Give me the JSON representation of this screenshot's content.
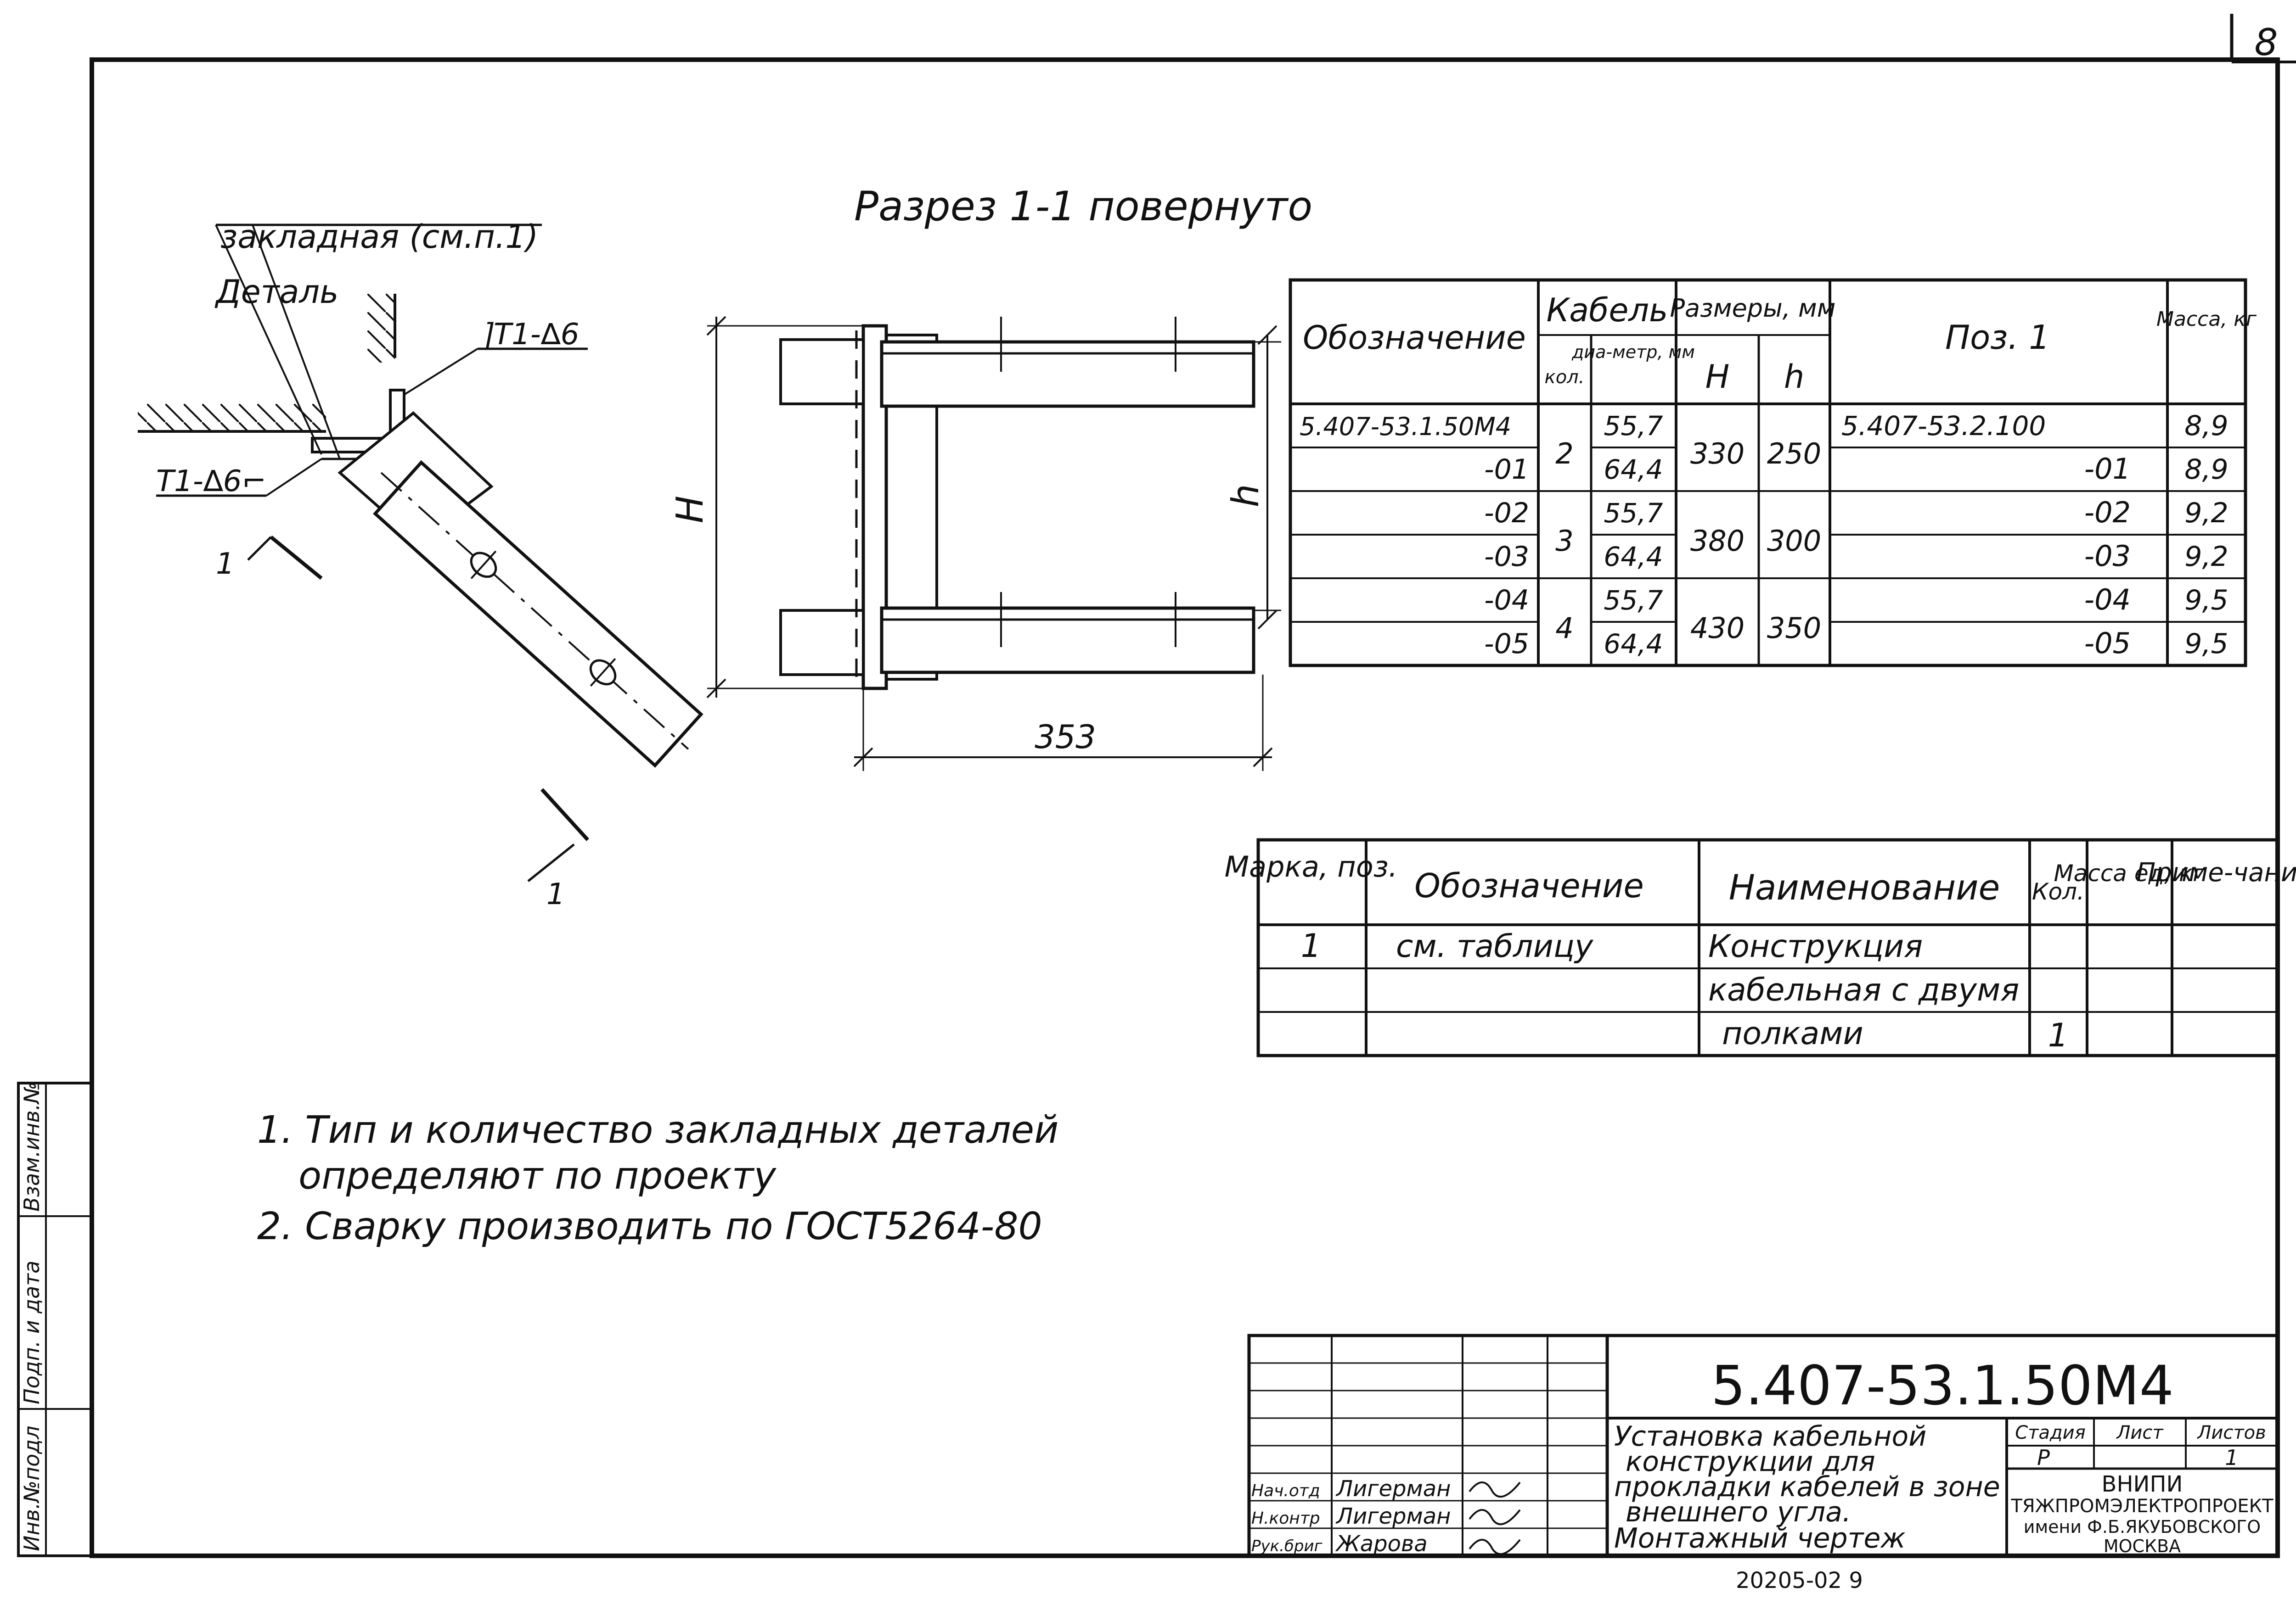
{
  "sheet_number": "8",
  "detail_label": {
    "line1": "Деталь",
    "line2": "закладная (см.п.1)"
  },
  "weld_marks": {
    "upper": "⌉Т1-∆6",
    "lower": "Т1-∆6⌐"
  },
  "section_marks": {
    "top": "1",
    "bottom": "1"
  },
  "section_title": "Разрез 1-1 повернуто",
  "dims": {
    "H": "H",
    "h": "h",
    "width": "353"
  },
  "spec_table": {
    "headers": {
      "designation": "Обозначение",
      "cable": "Кабель",
      "cable_count": "кол.",
      "cable_diameter": "диа-метр, мм",
      "sizes": "Размеры, мм",
      "H": "H",
      "h": "h",
      "pos1": "Поз. 1",
      "mass": "Масса, кг"
    },
    "rows": [
      {
        "designation": "5.407-53.1.50М4",
        "diameter": "55,7",
        "pos1": "5.407-53.2.100",
        "mass": "8,9"
      },
      {
        "designation": "-01",
        "diameter": "64,4",
        "pos1": "-01",
        "mass": "8,9"
      },
      {
        "designation": "-02",
        "diameter": "55,7",
        "pos1": "-02",
        "mass": "9,2"
      },
      {
        "designation": "-03",
        "diameter": "64,4",
        "pos1": "-03",
        "mass": "9,2"
      },
      {
        "designation": "-04",
        "diameter": "55,7",
        "pos1": "-04",
        "mass": "9,5"
      },
      {
        "designation": "-05",
        "diameter": "64,4",
        "pos1": "-05",
        "mass": "9,5"
      }
    ],
    "groups": [
      {
        "count": "2",
        "H": "330",
        "h": "250"
      },
      {
        "count": "3",
        "H": "380",
        "h": "300"
      },
      {
        "count": "4",
        "H": "430",
        "h": "350"
      }
    ]
  },
  "bom": {
    "headers": {
      "mark": "Марка, поз.",
      "designation": "Обозначение",
      "name": "Наименование",
      "qty": "Кол.",
      "mass": "Масса ед, кг",
      "note": "Приме-чание"
    },
    "row": {
      "mark": "1",
      "designation": "см. таблицу",
      "name_lines": [
        "Конструкция",
        "кабельная с двумя",
        "полками"
      ],
      "qty": "1"
    }
  },
  "notes": [
    "1. Тип и количество закладных деталей",
    "определяют по проекту",
    "2. Сварку производить по ГОСТ5264-80"
  ],
  "side_stamp": [
    "Инв.№подл",
    "Подп. и дата",
    "Взам.инв.№"
  ],
  "title_block": {
    "code": "5.407-53.1.50М4",
    "title_lines": [
      "Установка кабельной",
      "конструкции для",
      "прокладки кабелей в зоне",
      "внешнего угла.",
      "Монтажный чертеж"
    ],
    "stage_label": "Стадия",
    "sheet_label": "Лист",
    "sheets_label": "Листов",
    "stage": "Р",
    "sheets": "1",
    "org_lines": [
      "ВНИПИ",
      "ТЯЖПРОМЭЛЕКТРОПРОЕКТ",
      "имени Ф.Б.ЯКУБОВСКОГО",
      "МОСКВА"
    ],
    "signers": [
      {
        "role": "Нач.отд",
        "name": "Лигерман"
      },
      {
        "role": "Н.контр",
        "name": "Лигерман"
      },
      {
        "role": "Рук.бриг",
        "name": "Жарова"
      }
    ],
    "archive_number": "20205-02 9"
  }
}
